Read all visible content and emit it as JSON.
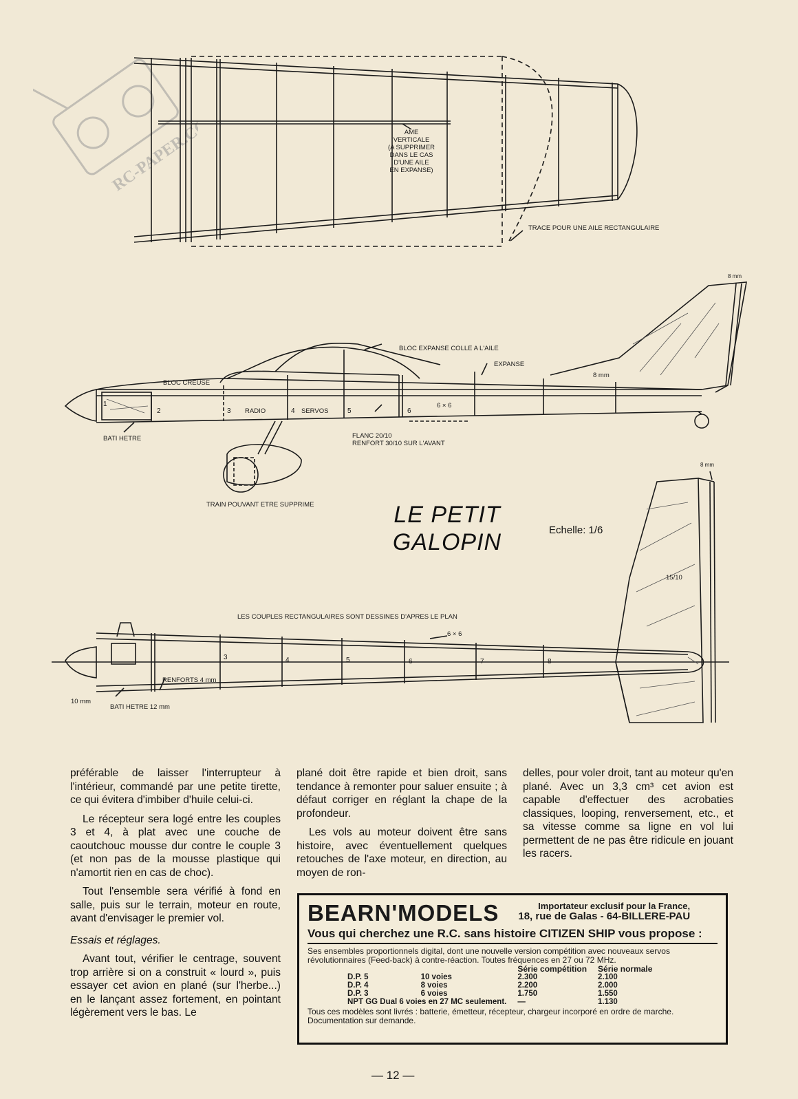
{
  "watermark": {
    "text": "RC-PAPER.COM"
  },
  "plan": {
    "wing_note": "AME VERTICALE (A SUPPRIMER DANS LE CAS D'UNE AILE EN EXPANSE)",
    "wing_note_lines": [
      "AME",
      "VERTICALE",
      "(A SUPPRIMER",
      "DANS LE CAS",
      "D'UNE AILE",
      "EN EXPANSE)"
    ],
    "rect_wing": "TRACE POUR UNE AILE RECTANGULAIRE",
    "dim_8mm_fin": "8 mm",
    "bloc_expanse": "BLOC EXPANSE COLLE A L'AILE",
    "expanse": "EXPANSE",
    "dim_8mm_tail": "8 mm",
    "bloc_creuse": "BLOC CREUSE",
    "side_numbers": [
      "1",
      "2",
      "3",
      "4",
      "5",
      "6"
    ],
    "radio": "RADIO",
    "servos": "SERVOS",
    "six_by_six": "6 × 6",
    "bati_hetre": "BATI HETRE",
    "flanc_line1": "FLANC 20/10",
    "flanc_line2": "RENFORT 30/10 SUR L'AVANT",
    "train": "TRAIN POUVANT ETRE SUPPRIME",
    "title_line1": "LE  PETIT",
    "title_line2": "GALOPIN",
    "scale": "Echelle: 1/6",
    "dim_8mm_stab": "8 mm",
    "stab_thickness": "15/10",
    "couples_note": "LES COUPLES RECTANGULAIRES SONT DESSINES D'APRES LE PLAN",
    "top_numbers": [
      "3",
      "4",
      "5",
      "6",
      "7",
      "8"
    ],
    "top_six": "6 × 6",
    "renforts": "RENFORTS 4 mm",
    "dim_10mm": "10 mm",
    "bati_hetre_12": "BATI HETRE 12 mm"
  },
  "article": {
    "col1": [
      {
        "type": "p",
        "text": "préférable de laisser l'interrupteur à l'intérieur, commandé par une petite tirette, ce qui évitera d'imbiber d'huile celui-ci."
      },
      {
        "type": "ind",
        "text": "Le récepteur sera logé entre les couples 3 et 4, à plat avec une couche de caoutchouc mousse dur contre le couple 3 (et non pas de la mousse plastique qui n'amortit rien en cas de choc)."
      },
      {
        "type": "ind",
        "text": "Tout l'ensemble sera vérifié à fond en salle, puis sur le terrain, moteur en route, avant d'envisager le premier vol."
      },
      {
        "type": "heading",
        "text": "Essais et réglages."
      },
      {
        "type": "ind",
        "text": "Avant tout, vérifier le centrage, souvent trop arrière si on a construit « lourd », puis essayer cet avion en plané (sur l'herbe...) en le lançant assez fortement, en pointant légèrement vers le bas. Le"
      }
    ],
    "col2": [
      {
        "type": "p",
        "text": "plané doit être rapide et bien droit, sans tendance à remonter pour saluer ensuite ; à défaut corriger en réglant la chape de la profondeur."
      },
      {
        "type": "ind",
        "text": "Les vols au moteur doivent être sans histoire, avec éventuellement quelques retouches de l'axe moteur, en direction, au moyen de ron-"
      }
    ],
    "col3": [
      {
        "type": "p",
        "text": "delles, pour voler droit, tant au moteur qu'en plané. Avec un 3,3 cm³ cet avion est capable d'effectuer des acrobaties classiques, looping, renversement, etc., et sa vitesse comme sa ligne en vol lui permettent de ne pas être ridicule en jouant les racers."
      }
    ]
  },
  "ad": {
    "brand": "BEARN'MODELS",
    "addr_line1": "Importateur exclusif pour la France,",
    "addr_line2": "18, rue de Galas - 64-BILLERE-PAU",
    "slogan": "Vous qui cherchez une R.C. sans histoire CITIZEN SHIP vous propose :",
    "intro": "Ses ensembles proportionnels digital, dont une nouvelle version compétition avec nouveaux servos révolutionnaires (Feed-back) à contre-réaction. Toutes fréquences en 27 ou 72 MHz.",
    "headers": [
      "",
      "",
      "Série compétition",
      "Série normale"
    ],
    "rows": [
      [
        "D.P. 5",
        "10 voies",
        "2.300",
        "2.100"
      ],
      [
        "D.P. 4",
        "8 voies",
        "2.200",
        "2.000"
      ],
      [
        "D.P. 3",
        "6 voies",
        "1.750",
        "1.550"
      ],
      [
        "NPT GG Dual 6 voies en 27 MC seulement.",
        "",
        "—",
        "1.130"
      ]
    ],
    "footer": "Tous ces modèles sont livrés : batterie, émetteur, récepteur, chargeur incorporé en ordre de marche. Documentation sur demande."
  },
  "page_number": "— 12 —"
}
